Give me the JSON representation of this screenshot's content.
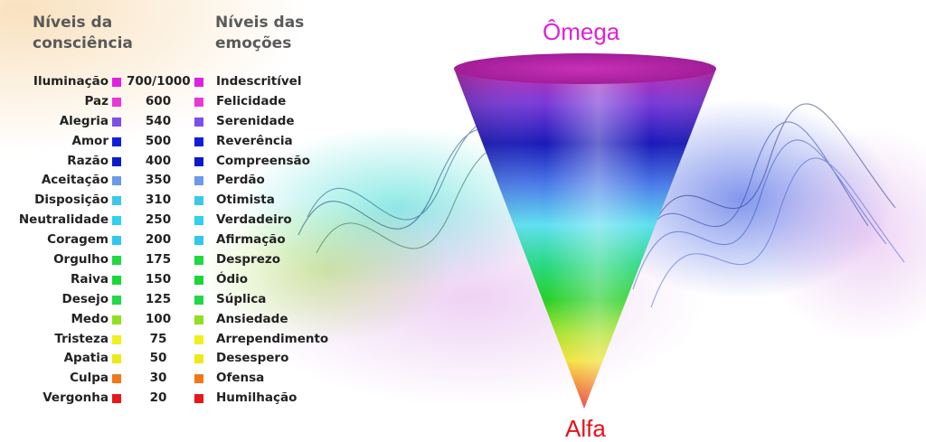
{
  "headers": {
    "consciousness": [
      "Níveis da",
      "consciência"
    ],
    "emotions": [
      "Níveis das",
      "emoções"
    ]
  },
  "rows": [
    {
      "level": "Iluminação",
      "value": "700/1000",
      "emotion": "Indescritível",
      "color": "#e020e0",
      "color2": "#e020e0"
    },
    {
      "level": "Paz",
      "value": "600",
      "emotion": "Felicidade",
      "color": "#e838d8",
      "color2": "#e838d8"
    },
    {
      "level": "Alegria",
      "value": "540",
      "emotion": "Serenidade",
      "color": "#7a50e8",
      "color2": "#7a50e8"
    },
    {
      "level": "Amor",
      "value": "500",
      "emotion": "Reverência",
      "color": "#1020d8",
      "color2": "#1020d8"
    },
    {
      "level": "Razão",
      "value": "400",
      "emotion": "Compreensão",
      "color": "#0a1cc8",
      "color2": "#0a1cc8"
    },
    {
      "level": "Aceitação",
      "value": "350",
      "emotion": "Perdão",
      "color": "#6a9ae8",
      "color2": "#6a9ae8"
    },
    {
      "level": "Disposição",
      "value": "310",
      "emotion": "Otimista",
      "color": "#3cc8e8",
      "color2": "#3cc8e8"
    },
    {
      "level": "Neutralidade",
      "value": "250",
      "emotion": "Verdadeiro",
      "color": "#30d0f0",
      "color2": "#30d0f0"
    },
    {
      "level": "Coragem",
      "value": "200",
      "emotion": "Afirmação",
      "color": "#30c8f0",
      "color2": "#30c8f0"
    },
    {
      "level": "Orgulho",
      "value": "175",
      "emotion": "Desprezo",
      "color": "#20d840",
      "color2": "#20d840"
    },
    {
      "level": "Raiva",
      "value": "150",
      "emotion": "Ódio",
      "color": "#18d838",
      "color2": "#18d838"
    },
    {
      "level": "Desejo",
      "value": "125",
      "emotion": "Súplica",
      "color": "#20d848",
      "color2": "#20d848"
    },
    {
      "level": "Medo",
      "value": "100",
      "emotion": "Ansiedade",
      "color": "#90e020",
      "color2": "#90e020"
    },
    {
      "level": "Tristeza",
      "value": "75",
      "emotion": "Arrependimento",
      "color": "#f0f020",
      "color2": "#f0f020"
    },
    {
      "level": "Apatia",
      "value": "50",
      "emotion": "Desespero",
      "color": "#f0e818",
      "color2": "#f0e818"
    },
    {
      "level": "Culpa",
      "value": "30",
      "emotion": "Ofensa",
      "color": "#f07818",
      "color2": "#f07818"
    },
    {
      "level": "Vergonha",
      "value": "20",
      "emotion": "Humilhação",
      "color": "#e81818",
      "color2": "#e81818"
    }
  ],
  "cone": {
    "top_label": "Ômega",
    "bottom_label": "Alfa",
    "top_color": "#b0209a",
    "band_colors": [
      "#c02cb0",
      "#7a3ad8",
      "#1a1ab8",
      "#4a7ae8",
      "#5ee0f0",
      "#28d880",
      "#28d028",
      "#a8e020",
      "#f0e020",
      "#f07818",
      "#e01818"
    ]
  }
}
